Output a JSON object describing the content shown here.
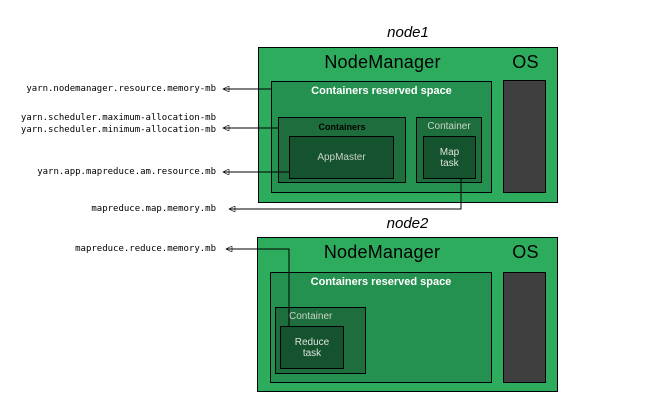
{
  "labels": {
    "nodemanager_resource_memory": "yarn.nodemanager.resource.memory-mb",
    "scheduler_maximum_allocation": "yarn.scheduler.maximum-allocation-mb",
    "scheduler_minimum_allocation": "yarn.scheduler.minimum-allocation-mb",
    "app_mapreduce_am_resource": "yarn.app.mapreduce.am.resource.mb",
    "mapreduce_map_memory": "mapreduce.map.memory.mb",
    "mapreduce_reduce_memory": "mapreduce.reduce.memory.mb"
  },
  "nodes": [
    {
      "title": "node1",
      "nodemanager_label": "NodeManager",
      "os_label": "OS",
      "reserved_label": "Containers reserved space",
      "containers_label": "Containers",
      "appmaster_label": "AppMaster",
      "container_label": "Container",
      "map_task_lines": [
        "Map",
        "task"
      ]
    },
    {
      "title": "node2",
      "nodemanager_label": "NodeManager",
      "os_label": "OS",
      "reserved_label": "Containers reserved space",
      "container_label": "Container",
      "reduce_task_lines": [
        "Reduce",
        "task"
      ]
    }
  ],
  "colors": {
    "nodeGreen": "#2eac5e",
    "reservedGreen": "#259150",
    "containerGreen": "#1d6e3c",
    "taskGreen": "#15522e",
    "osGray": "#3f3f3f",
    "lineBlack": "#000000"
  }
}
